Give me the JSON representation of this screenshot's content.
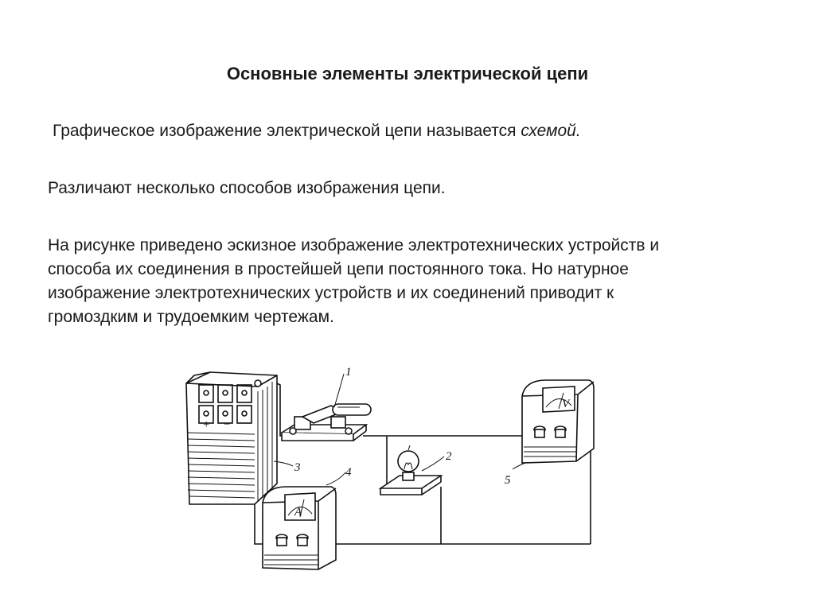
{
  "slide": {
    "title": "Основные элементы электрической цепи",
    "paragraph1_prefix": "Графическое изображение электрической цепи называется ",
    "paragraph1_emph": "схемой.",
    "paragraph2": "Различают несколько способов изображения цепи.",
    "paragraph3_lines": [
      "На рисунке приведено эскизное изображение электротехнических устройств и",
      "способа их соединения в простейшей цепи постоянного тока. Но натурное",
      "изображение электротехнических устройств и их соединений приводит к",
      "громоздким и трудоемким чертежам."
    ]
  },
  "figure": {
    "callouts": [
      "1",
      "2",
      "3",
      "4",
      "5"
    ],
    "ammeter_symbol": "A",
    "voltmeter_symbol": "V",
    "battery_marks": [
      "+",
      "−"
    ]
  }
}
